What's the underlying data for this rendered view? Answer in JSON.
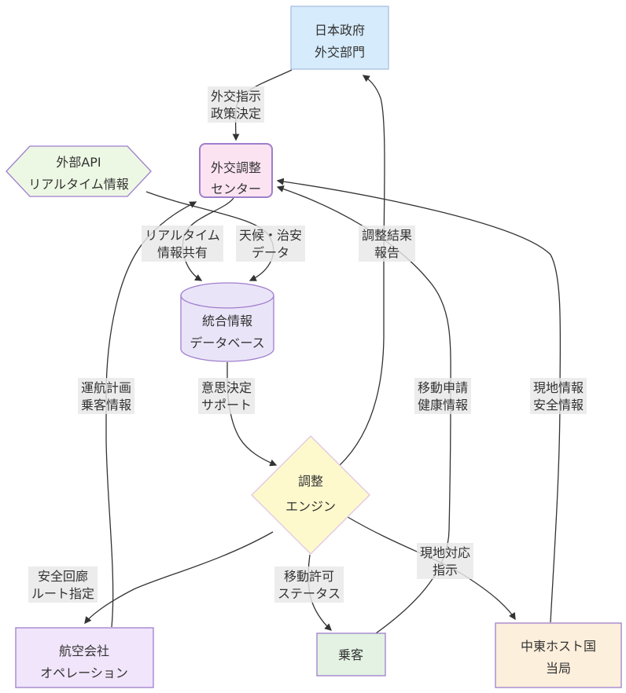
{
  "diagram": {
    "type": "flowchart",
    "background": "#ffffff",
    "line_color": "#333333",
    "text_color": "#333333",
    "label_bg": "#e8e8e8",
    "nodes": {
      "gov": {
        "line1": "日本政府",
        "line2": "外交部門",
        "shape": "rectangle",
        "fill": "#d6ebfb",
        "stroke": "#a9c0e3"
      },
      "api": {
        "line1": "外部API",
        "line2": "リアルタイム情報",
        "shape": "hexagon",
        "fill": "#edf8e4",
        "stroke": "#9f7ecd"
      },
      "center": {
        "line1": "外交調整",
        "line2": "センター",
        "shape": "rounded-rectangle",
        "fill": "#fbe3f1",
        "stroke": "#9f7ecd"
      },
      "db": {
        "line1": "統合情報",
        "line2": "データベース",
        "shape": "cylinder",
        "fill": "#eae4f8",
        "stroke": "#9f7ecd"
      },
      "engine": {
        "line1": "調整",
        "line2": "エンジン",
        "shape": "diamond",
        "fill": "#fdf9cd",
        "stroke": "#dfc6e3"
      },
      "airline": {
        "line1": "航空会社",
        "line2": "オペレーション",
        "shape": "rectangle",
        "fill": "#f0e5fa",
        "stroke": "#9f7ecd"
      },
      "passenger": {
        "line1": "乗客",
        "shape": "rectangle",
        "fill": "#e3f2e2",
        "stroke": "#9f7ecd"
      },
      "host": {
        "line1": "中東ホスト国",
        "line2": "当局",
        "shape": "rectangle",
        "fill": "#fcefdc",
        "stroke": "#9f7ecd"
      }
    },
    "edges": [
      {
        "from": "gov",
        "to": "center",
        "label1": "外交指示",
        "label2": "政策決定"
      },
      {
        "from": "api",
        "to": "db",
        "label1": "天候・治安",
        "label2": "データ"
      },
      {
        "from": "center",
        "to": "db",
        "label1": "リアルタイム",
        "label2": "情報共有"
      },
      {
        "from": "db",
        "to": "engine",
        "label1": "意思決定",
        "label2": "サポート"
      },
      {
        "from": "engine",
        "to": "gov",
        "label1": "調整結果",
        "label2": "報告"
      },
      {
        "from": "airline",
        "to": "center",
        "label1": "運航計画",
        "label2": "乗客情報"
      },
      {
        "from": "passenger",
        "to": "center",
        "label1": "移動申請",
        "label2": "健康情報"
      },
      {
        "from": "host",
        "to": "center",
        "label1": "現地情報",
        "label2": "安全情報"
      },
      {
        "from": "engine",
        "to": "airline",
        "label1": "安全回廊",
        "label2": "ルート指定"
      },
      {
        "from": "engine",
        "to": "passenger",
        "label1": "移動許可",
        "label2": "ステータス"
      },
      {
        "from": "engine",
        "to": "host",
        "label1": "現地対応",
        "label2": "指示"
      }
    ]
  }
}
